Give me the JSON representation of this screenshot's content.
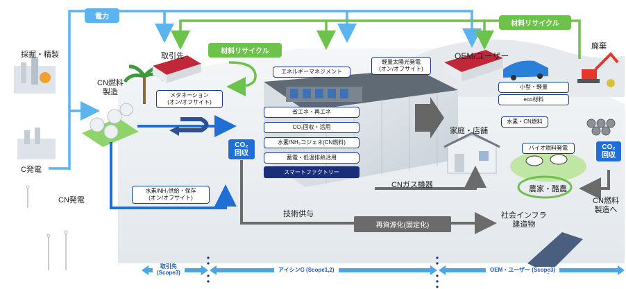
{
  "top_labels": {
    "power": "電力",
    "material_recycle_top": "材料リサイクル",
    "material_recycle_mid": "材料リサイクル"
  },
  "left": {
    "mining": "採掘・精製",
    "cn_fuel_production": "CN燃料\n製造",
    "c_power": "C発電",
    "cn_power": "CN発電"
  },
  "middle": {
    "supplier": "取引先",
    "methanation": "メタネーション\n(オン/オフサイト)",
    "hydrogen_supply": "水素/NH₃供給・保存\n(オン/オフサイト)",
    "co2_capture": "CO₂\n回収",
    "tech_provision": "技術供与",
    "recycling_fixation": "再資源化(固定化)",
    "cn_gas_equipment": "CNガス機器"
  },
  "factory": {
    "energy_management": "エネルギーマネジメント",
    "solar": "軽量太陽光発電\n(オン/オフサイト)",
    "items": [
      "省エネ・再エネ",
      "CO₂回収・活用",
      "水素/NH₃コジェネ(CN燃料)",
      "蓄電・低温排熱活用"
    ],
    "smart_factory": "スマートファクトリー"
  },
  "right": {
    "oem_user": "OEM/ユーザー",
    "disposal": "廃棄",
    "small_light": "小型・軽量",
    "eco_material": "eco材料",
    "hydrogen_cn_fuel": "水素・CN燃料",
    "home_store": "家庭・店舗",
    "biofuel_power": "バイオ燃料発電",
    "farm_dairy": "農家・酪農",
    "co2_capture_right": "CO₂\n回収",
    "to_cn_fuel": "CN燃料\n製造へ",
    "social_infra": "社会インフラ\n建造物"
  },
  "scopes": {
    "supplier_scope": "取引先\n(Scope3)",
    "aisin_scope": "アイシンG (Scope1,2)",
    "oem_scope": "OEM・ユーザー (Scope3)"
  },
  "colors": {
    "blue_flow": "#5bb4f0",
    "green_flow": "#6cc24a",
    "navy": "#1a2f7a",
    "co2_blue": "#1f6fd6",
    "gray_flow": "#6b6b6b"
  }
}
